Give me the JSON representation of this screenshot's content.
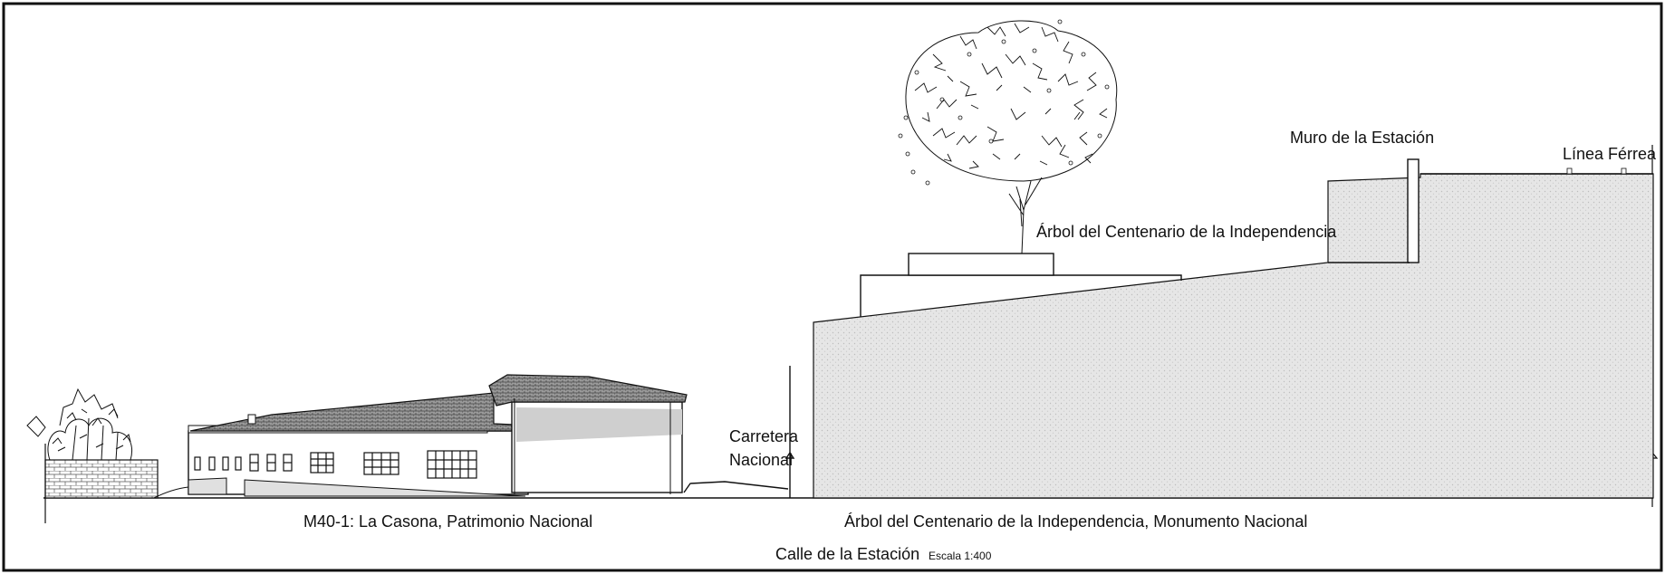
{
  "labels": {
    "tree": "Árbol del Centenario de la Independencia",
    "wall": "Muro de la Estación",
    "rail": "Línea Férrea",
    "road_line1": "Carretera",
    "road_line2": "Nacional",
    "casona": "M40-1: La Casona, Patrimonio Nacional",
    "monument": "Árbol del Centenario de la Independencia, Monumento Nacional",
    "street": "Calle de la Estación",
    "scale": "Escala 1:400"
  },
  "colors": {
    "line": "#111111",
    "ground_fill": "#e4e4e4",
    "roof_fill": "#8a8a8a",
    "shadow_fill": "#cfcfcf"
  }
}
